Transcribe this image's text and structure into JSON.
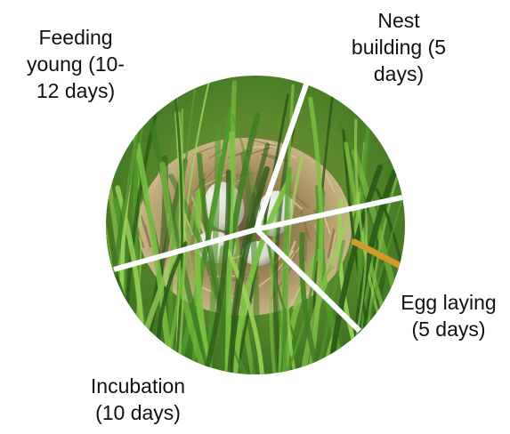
{
  "segments": [
    {
      "id": "nest-building",
      "lines": [
        "Nest",
        "building (5",
        "days)"
      ]
    },
    {
      "id": "egg-laying",
      "lines": [
        "Egg laying",
        "(5 days)"
      ]
    },
    {
      "id": "incubation",
      "lines": [
        "Incubation",
        "(10 days)"
      ]
    },
    {
      "id": "feeding-young",
      "lines": [
        "Feeding",
        "young (10-",
        "12 days)"
      ]
    }
  ],
  "colors": {
    "grass_light": "#7cc242",
    "grass_mid": "#4f9a2a",
    "grass_dark": "#2c5a18",
    "nest_straw": "#b8a070",
    "egg": "#dcdcd2",
    "divider": "#ffffff"
  }
}
